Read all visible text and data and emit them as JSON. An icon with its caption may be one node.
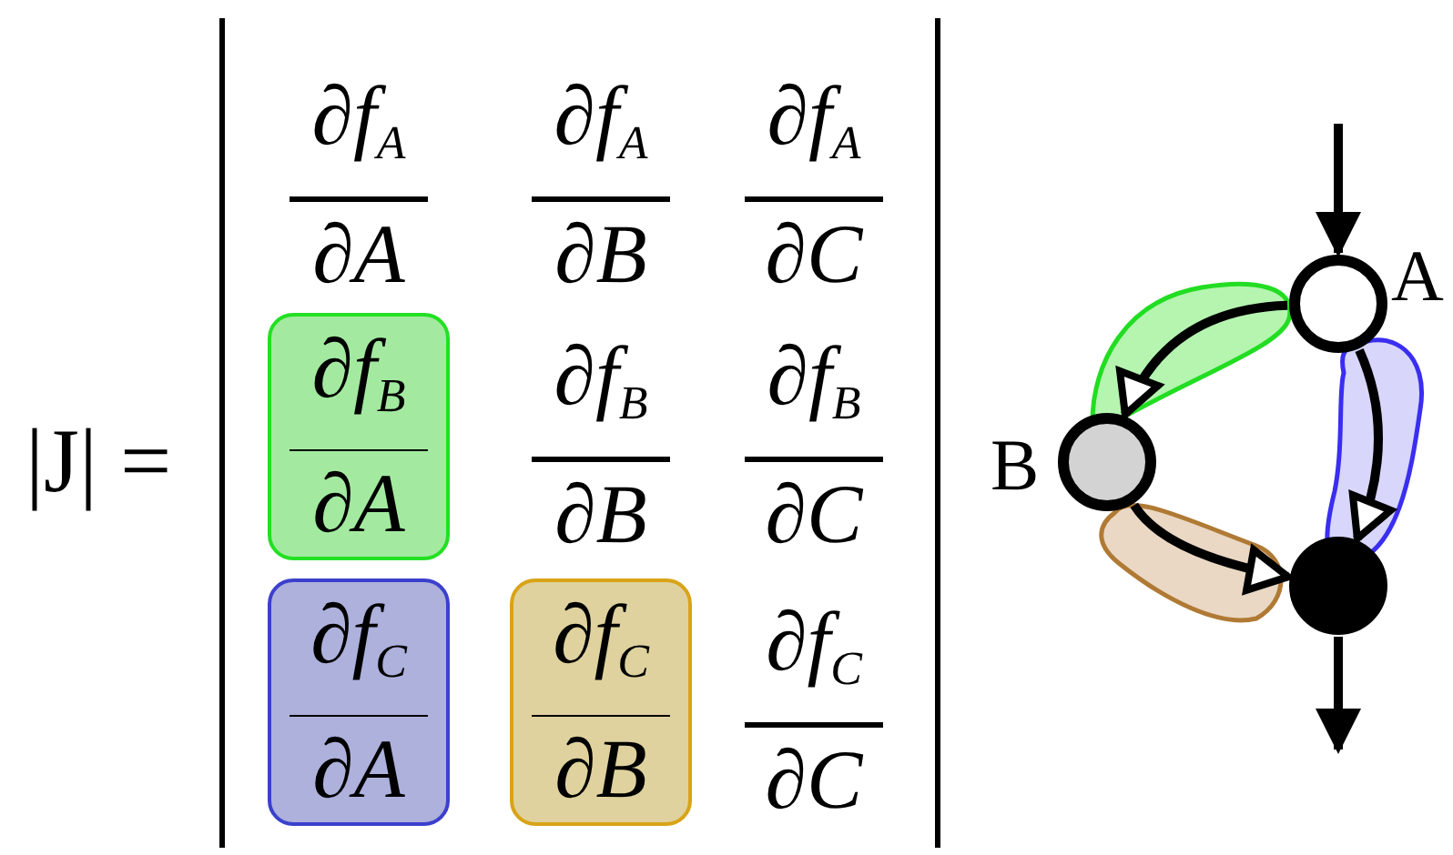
{
  "diagram": {
    "nodes": [
      {
        "text": [
          "∂f$_{B}$",
          "∂A"
        ]
      },
      {
        "text": [
          "∂f$_{C}$",
          "∂A"
        ]
      },
      {
        "text": [
          "∂f$_{C}$",
          "∂B"
        ]
      },
      {
        "text": [],
        "shape": "circle",
        "beside": [
          "A"
        ]
      },
      {
        "text": [],
        "shape": "circle",
        "beside": [
          "B"
        ]
      },
      {
        "text": [],
        "shape": "circle"
      }
    ],
    "edges": [
      {
        "from": null,
        "to": 3,
        "arrow": "to"
      },
      {
        "from": 3,
        "to": 4,
        "arrow": "to"
      },
      {
        "from": 3,
        "to": 5,
        "arrow": "to"
      },
      {
        "from": 4,
        "to": 5,
        "arrow": "to"
      },
      {
        "from": 5,
        "to": null,
        "arrow": "to"
      }
    ],
    "labels": [
      "|J| =",
      "∂f$_{A}$",
      "∂A",
      "∂f$_{A}$",
      "∂B",
      "∂f$_{A}$",
      "∂C",
      "∂f$_{B}$",
      "∂B",
      "∂f$_{B}$",
      "∂C",
      "∂f$_{C}$",
      "∂C"
    ]
  }
}
